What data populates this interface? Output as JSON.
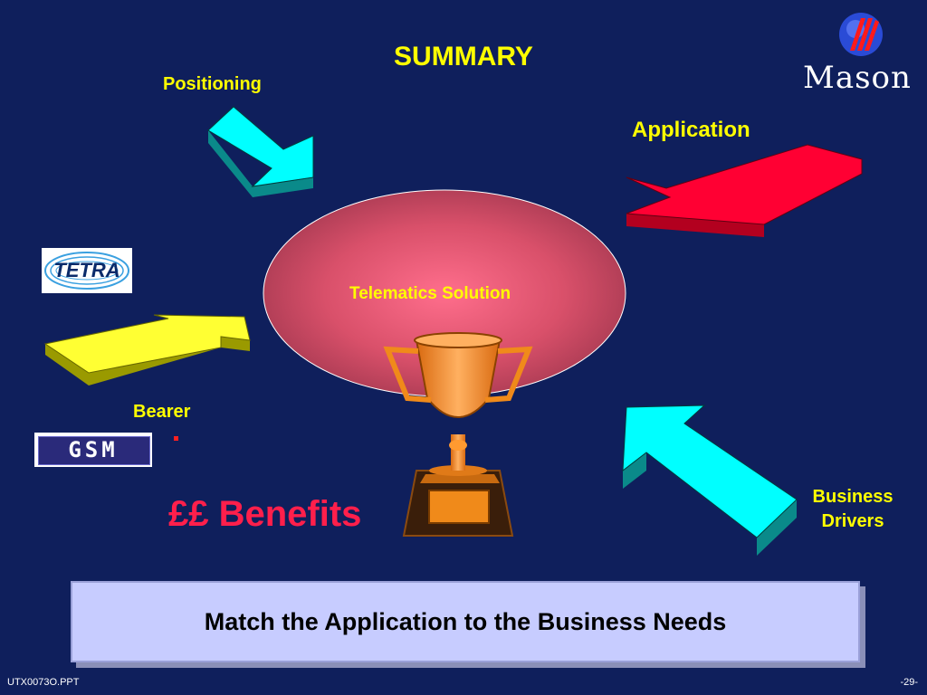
{
  "title": "SUMMARY",
  "labels": {
    "positioning": "Positioning",
    "application": "Application",
    "bearer": "Bearer",
    "business_drivers_line1": "Business",
    "business_drivers_line2": "Drivers",
    "center": "Telematics Solution",
    "benefits": "££ Benefits"
  },
  "logos": {
    "brand": "Mason",
    "tetra": "TETRA",
    "gsm": "GSM"
  },
  "banner": "Match the Application to the Business Needs",
  "footer": {
    "left": "UTX0073O.PPT",
    "right": "-29-"
  },
  "colors": {
    "background": "#0f1f5c",
    "accent_yellow": "#ffff00",
    "accent_red": "#ff1f4b",
    "cyan_arrow": "#00ffff",
    "red_arrow": "#ff0033",
    "yellow_arrow": "#ffff00"
  }
}
